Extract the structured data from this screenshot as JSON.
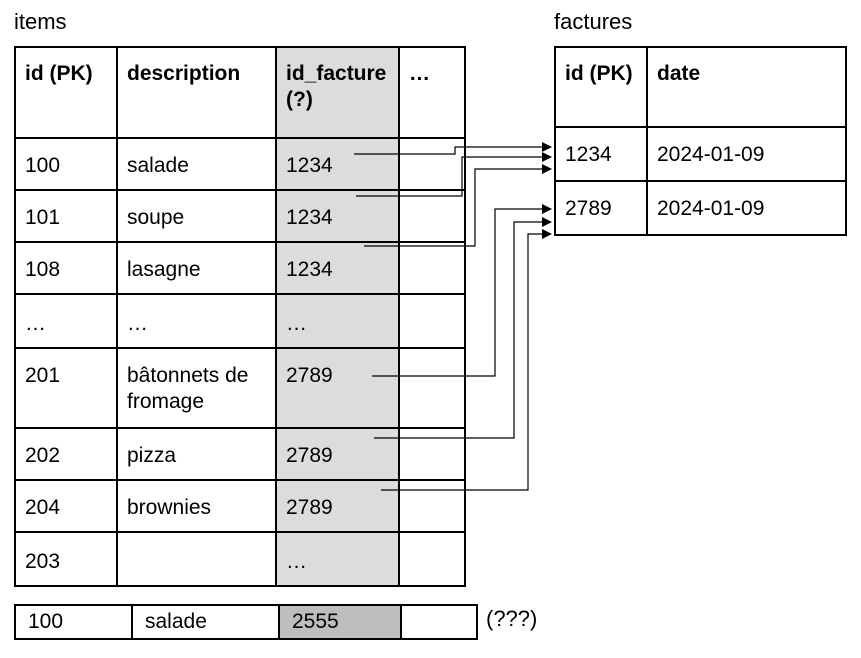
{
  "items_table": {
    "title": "items",
    "headers": [
      "id (PK)",
      "description",
      "id_facture (?)",
      "…"
    ],
    "rows": [
      [
        "100",
        "salade",
        "1234",
        ""
      ],
      [
        "101",
        "soupe",
        "1234",
        ""
      ],
      [
        "108",
        "lasagne",
        "1234",
        ""
      ],
      [
        "…",
        "…",
        "…",
        ""
      ],
      [
        "201",
        "bâtonnets de fromage",
        "2789",
        ""
      ],
      [
        "202",
        "pizza",
        "2789",
        ""
      ],
      [
        "204",
        "brownies",
        "2789",
        ""
      ],
      [
        "203",
        "",
        "…",
        ""
      ]
    ]
  },
  "factures_table": {
    "title": "factures",
    "headers": [
      "id (PK)",
      "date"
    ],
    "rows": [
      [
        "1234",
        "2024-01-09"
      ],
      [
        "2789",
        "2024-01-09"
      ]
    ]
  },
  "new_row": {
    "cells": [
      "100",
      "salade",
      "2555",
      ""
    ],
    "note": "(???)"
  },
  "foreign_keys": [
    {
      "from": "100",
      "to": "1234"
    },
    {
      "from": "101",
      "to": "1234"
    },
    {
      "from": "108",
      "to": "1234"
    },
    {
      "from": "201",
      "to": "2789"
    },
    {
      "from": "202",
      "to": "2789"
    },
    {
      "from": "204",
      "to": "2789"
    }
  ]
}
